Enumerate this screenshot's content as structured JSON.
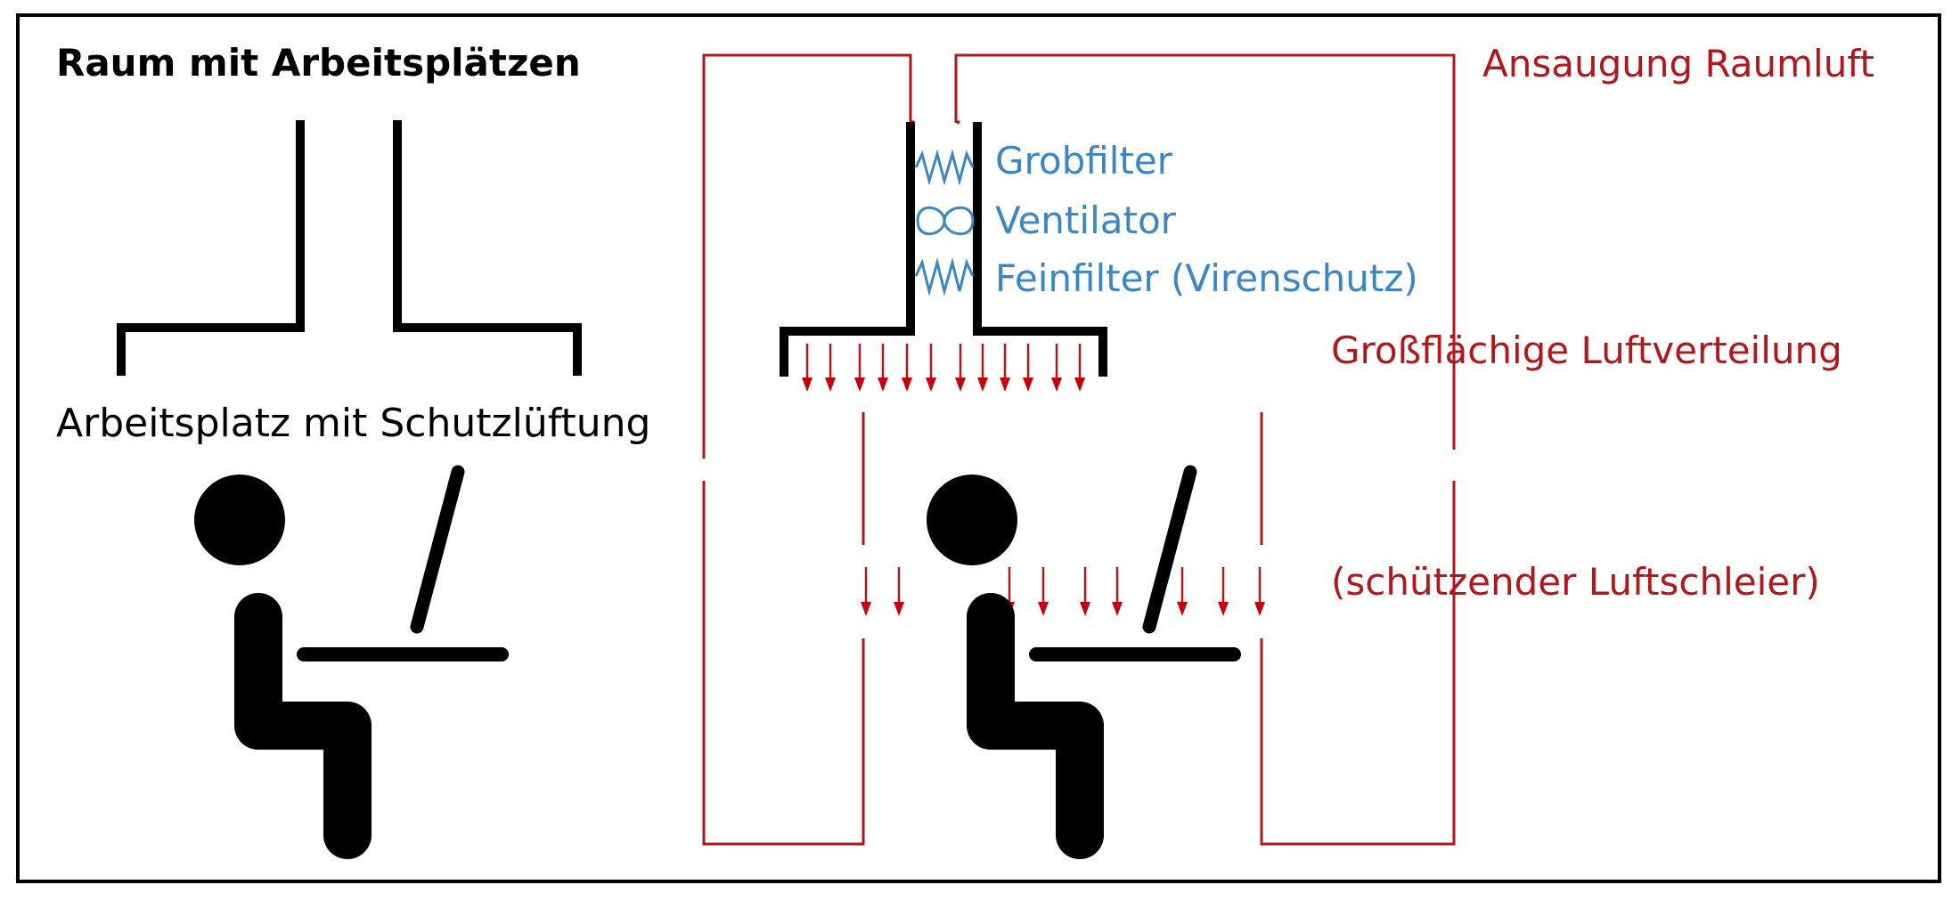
{
  "title": "Raum mit Arbeitsplätzen",
  "left_caption": "Arbeitsplatz mit Schutzlüftung",
  "labels": {
    "intake": "Ansaugung Raumluft",
    "coarse_filter": "Grobfilter",
    "fan": "Ventilator",
    "fine_filter": "Feinfilter (Virenschutz)",
    "distribution": "Großflächige Luftverteilung",
    "air_curtain": "(schützender Luftschleier)"
  },
  "colors": {
    "red": "#b3161b",
    "blue": "#3a87c8",
    "black": "#000000"
  }
}
